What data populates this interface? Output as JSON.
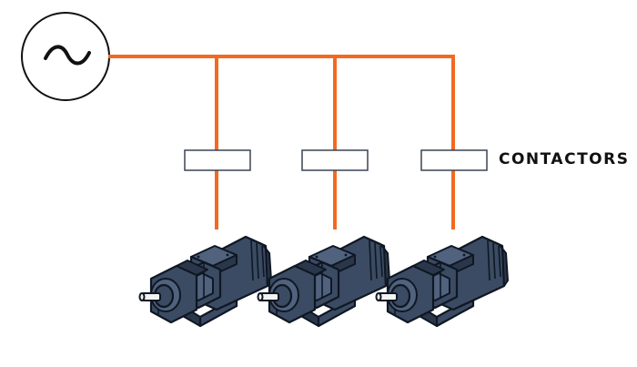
{
  "source": {
    "symbol": "~"
  },
  "labels": {
    "contactors": "CONTACTORS"
  },
  "colors": {
    "wire": "#f26a21",
    "motor": "#3b4b63",
    "motor_outline": "#0f1723",
    "contactor_fill": "#ffffff"
  },
  "motors": [
    {
      "id": "motor-1"
    },
    {
      "id": "motor-2"
    },
    {
      "id": "motor-3"
    }
  ],
  "contactors": [
    {
      "id": "contactor-1"
    },
    {
      "id": "contactor-2"
    },
    {
      "id": "contactor-3"
    }
  ]
}
